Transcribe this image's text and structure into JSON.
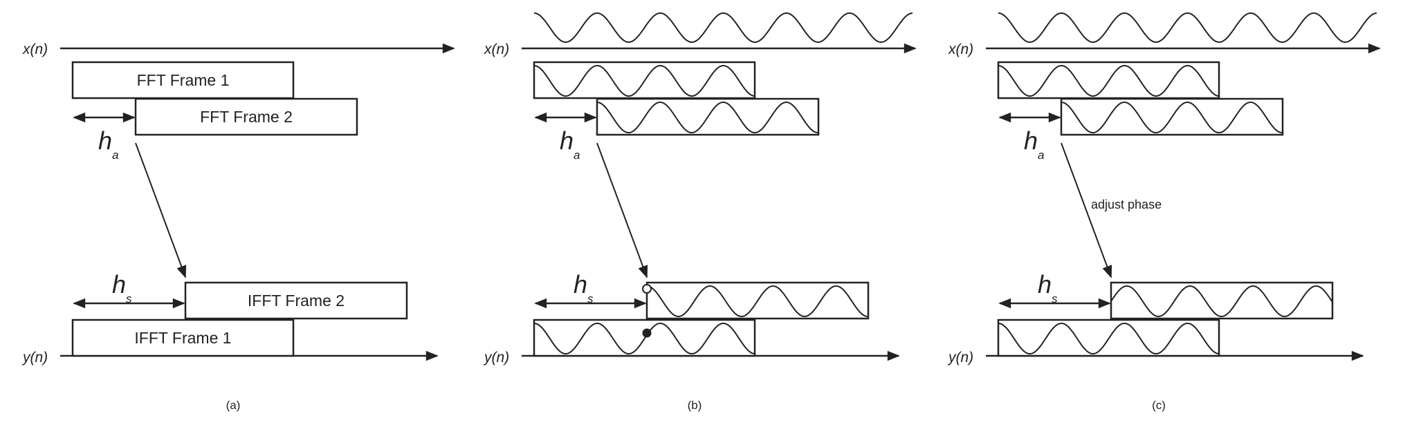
{
  "panels": [
    {
      "caption": "(a)",
      "input_label": "x(n)",
      "output_label": "y(n)",
      "analysis_hop": {
        "symbol": "h",
        "subscript": "a"
      },
      "synthesis_hop": {
        "symbol": "h",
        "subscript": "s"
      },
      "frames": [
        "FFT Frame 1",
        "FFT Frame 2",
        "IFFT Frame 2",
        "IFFT Frame 1"
      ]
    },
    {
      "caption": "(b)",
      "input_label": "x(n)",
      "output_label": "y(n)",
      "analysis_hop": {
        "symbol": "h",
        "subscript": "a"
      },
      "synthesis_hop": {
        "symbol": "h",
        "subscript": "s"
      },
      "markers": [
        "open-circle",
        "filled-circle"
      ]
    },
    {
      "caption": "(c)",
      "input_label": "x(n)",
      "output_label": "y(n)",
      "analysis_hop": {
        "symbol": "h",
        "subscript": "a"
      },
      "synthesis_hop": {
        "symbol": "h",
        "subscript": "s"
      },
      "annotation": "adjust phase"
    }
  ],
  "colors": {
    "stroke": "#222222",
    "background": "#ffffff"
  }
}
